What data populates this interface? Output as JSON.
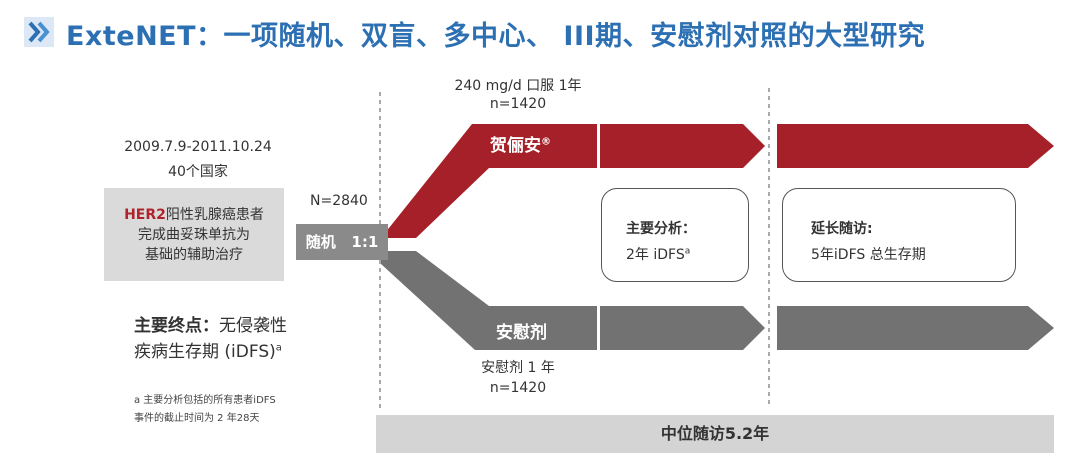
{
  "title": "ExteNET：一项随机、双盲、多中心、 III期、安慰剂对照的大型研究",
  "colors": {
    "accent_red": "#a52028",
    "arm_grey": "#707070",
    "title_blue": "#2c70b3"
  },
  "enrollment": {
    "dates": "2009.7.9-2011.10.24",
    "countries": "40个国家"
  },
  "population": {
    "highlight": "HER2",
    "line1_rest": "阳性乳腺癌患者",
    "line2": "完成曲妥珠单抗为",
    "line3": "基础的辅助治疗"
  },
  "randomization": {
    "total": "N=2840",
    "label": "随机   1:1"
  },
  "endpoint": {
    "label": "主要终点：",
    "text1": "无侵袭性",
    "text2": "疾病生存期 (iDFS)",
    "sup": "a"
  },
  "footnote": {
    "line1": "a 主要分析包括的所有患者iDFS",
    "line2": "事件的截止时间为 2 年28天"
  },
  "treatment_arm": {
    "dose": "240 mg/d 口服 1年",
    "n": "n=1420",
    "drug": "贺俪安",
    "reg": "®"
  },
  "placebo_arm": {
    "label": "安慰剂",
    "duration": "安慰剂 1 年",
    "n": "n=1420"
  },
  "primary_analysis": {
    "title": "主要分析：",
    "value": "2年 iDFS",
    "sup": "a"
  },
  "extended_followup": {
    "title": "延长随访:",
    "value": "5年iDFS 总生存期"
  },
  "median_followup": "中位随访5.2年"
}
